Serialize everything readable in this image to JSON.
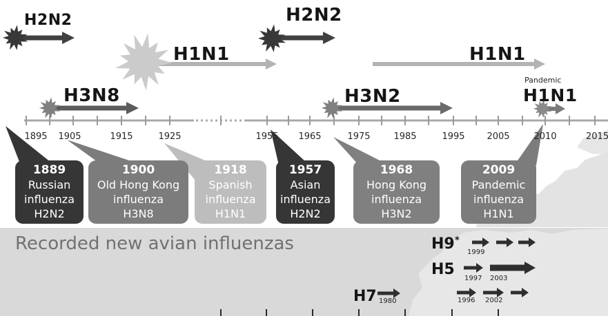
{
  "strain_labels": [
    "H2N2",
    "H1N1",
    "H2N2",
    "H1N1",
    "H3N8",
    "H3N2",
    "H1N1"
  ],
  "pandemic_marker_note": "Pandemic",
  "timeline": {
    "years": [
      "1895",
      "1905",
      "1915",
      "1925",
      "1955",
      "1965",
      "1975",
      "1985",
      "1995",
      "2005",
      "2010",
      "2015"
    ]
  },
  "pandemics": [
    {
      "year": "1889",
      "name": "Russian",
      "type": "influenza",
      "subtype": "H2N2",
      "color": "#363636"
    },
    {
      "year": "1900",
      "name": "Old Hong Kong",
      "type": "influenza",
      "subtype": "H3N8",
      "color": "#7c7c7c"
    },
    {
      "year": "1918",
      "name": "Spanish",
      "type": "influenza",
      "subtype": "H1N1",
      "color": "#bdbdbd"
    },
    {
      "year": "1957",
      "name": "Asian",
      "type": "influenza",
      "subtype": "H2N2",
      "color": "#363636"
    },
    {
      "year": "1968",
      "name": "Hong Kong",
      "type": "influenza",
      "subtype": "H3N2",
      "color": "#808080"
    },
    {
      "year": "2009",
      "name": "Pandemic",
      "type": "influenza",
      "subtype": "H1N1",
      "color": "#7c7c7c"
    }
  ],
  "avian": {
    "title": "Recorded new avian influenzas",
    "h9": {
      "label": "H9",
      "footnote_mark": "*",
      "years": [
        "1999"
      ]
    },
    "h5": {
      "label": "H5",
      "years": [
        "1997",
        "2003"
      ]
    },
    "h7": {
      "label": "H7",
      "years": [
        "1980",
        "1996",
        "2002"
      ]
    }
  }
}
